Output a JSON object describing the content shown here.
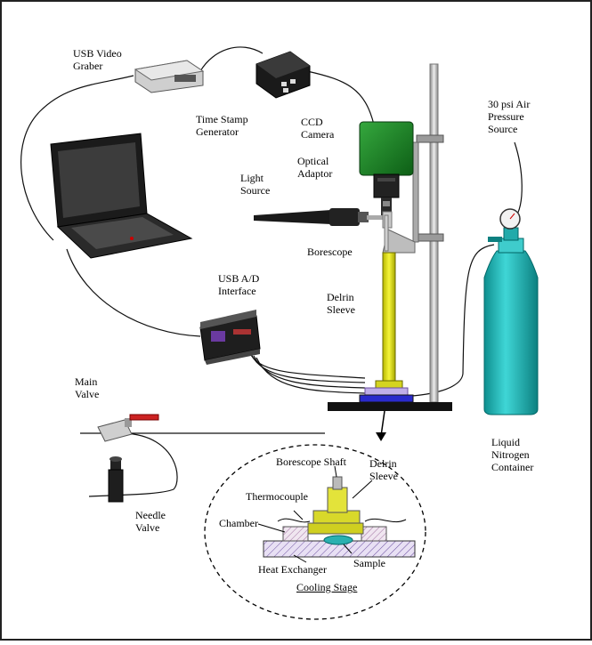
{
  "labels": {
    "usb_video_grabber": "USB Video\nGraber",
    "time_stamp_generator": "Time Stamp\nGenerator",
    "ccd_camera": "CCD\nCamera",
    "optical_adaptor": "Optical\nAdaptor",
    "light_source": "Light\nSource",
    "borescope": "Borescope",
    "usb_ad_interface": "USB A/D\nInterface",
    "delrin_sleeve": "Delrin\nSleeve",
    "air_pressure_source": "30 psi Air\nPressure\nSource",
    "main_valve": "Main\nValve",
    "needle_valve": "Needle\nValve",
    "liquid_nitrogen_container": "Liquid\nNitrogen\nContainer",
    "inset_borescope_shaft": "Borescope Shaft",
    "inset_delrin_sleeve": "Delrin\nSleeve",
    "inset_thermocouple": "Thermocouple",
    "inset_chamber": "Chamber",
    "inset_heat_exchanger": "Heat Exchanger",
    "inset_sample": "Sample",
    "inset_title": "Cooling Stage"
  },
  "colors": {
    "camera_green": "#1f8a2a",
    "sleeve_yellow": "#e8e81a",
    "tank_teal": "#1ab8b8",
    "stand_black": "#111111",
    "plate_purple": "#b8a0e0",
    "plate_blue": "#2a2acc",
    "valve_handle_red": "#cc2222"
  }
}
